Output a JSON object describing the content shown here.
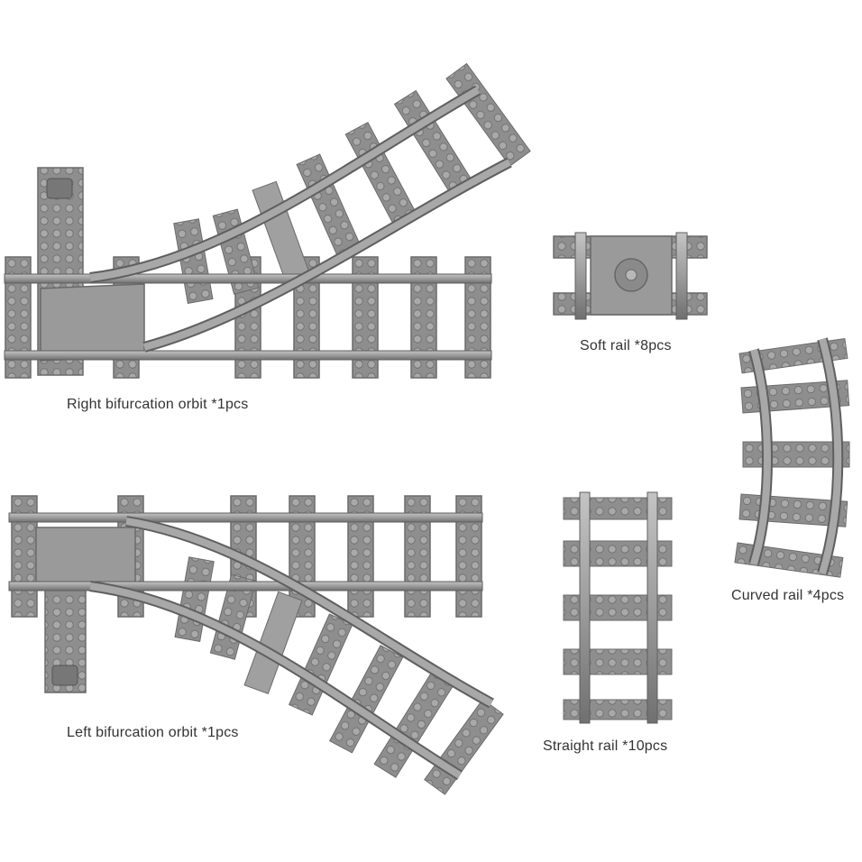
{
  "labels": {
    "right_switch": "Right bifurcation orbit *1pcs",
    "left_switch": "Left bifurcation orbit *1pcs",
    "soft_rail": "Soft rail *8pcs",
    "straight_rail": "Straight rail *10pcs",
    "curved_rail": "Curved rail *4pcs"
  },
  "colors": {
    "background": "#ffffff",
    "sleeper": "#8e8e8e",
    "rail": "#a2a2a2",
    "rail_edge": "#5f5f5f",
    "stud": "#b4b4b4",
    "plate": "#9a9a9a"
  }
}
